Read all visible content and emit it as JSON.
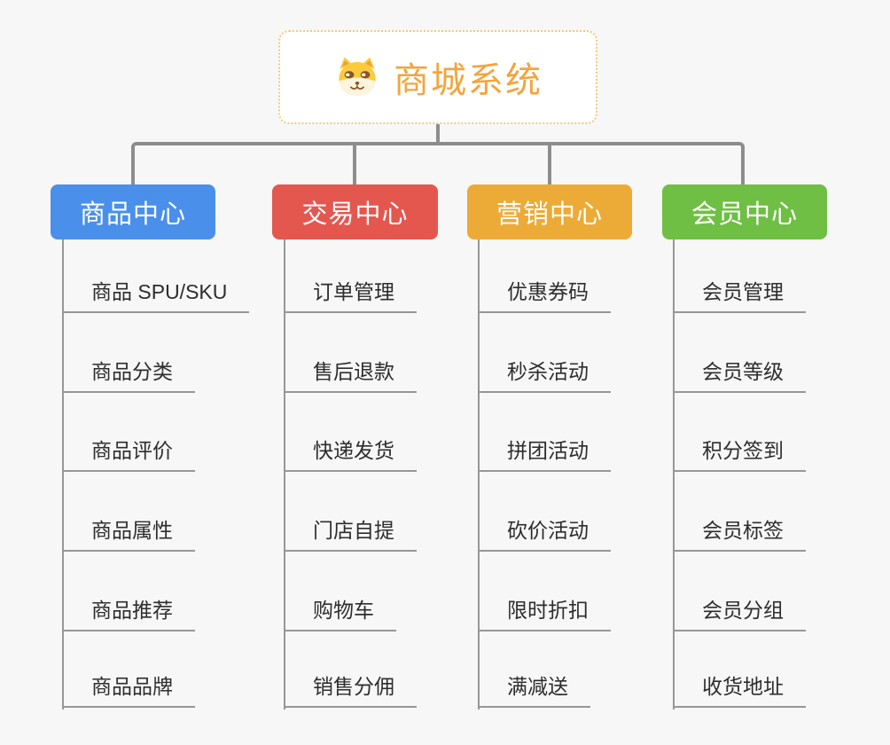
{
  "root": {
    "title": "商城系统",
    "icon": "shiba-dog-icon",
    "title_color": "#f2a53e",
    "border_color": "#f2c87c"
  },
  "connector_color": "#8d8d8d",
  "branches": [
    {
      "label": "商品中心",
      "color": "#4a90ea",
      "items": [
        "商品 SPU/SKU",
        "商品分类",
        "商品评价",
        "商品属性",
        "商品推荐",
        "商品品牌"
      ]
    },
    {
      "label": "交易中心",
      "color": "#e4574f",
      "items": [
        "订单管理",
        "售后退款",
        "快递发货",
        "门店自提",
        "购物车",
        "销售分佣"
      ]
    },
    {
      "label": "营销中心",
      "color": "#ecab37",
      "items": [
        "优惠券码",
        "秒杀活动",
        "拼团活动",
        "砍价活动",
        "限时折扣",
        "满减送"
      ]
    },
    {
      "label": "会员中心",
      "color": "#6fbf44",
      "items": [
        "会员管理",
        "会员等级",
        "积分签到",
        "会员标签",
        "会员分组",
        "收货地址"
      ]
    }
  ]
}
